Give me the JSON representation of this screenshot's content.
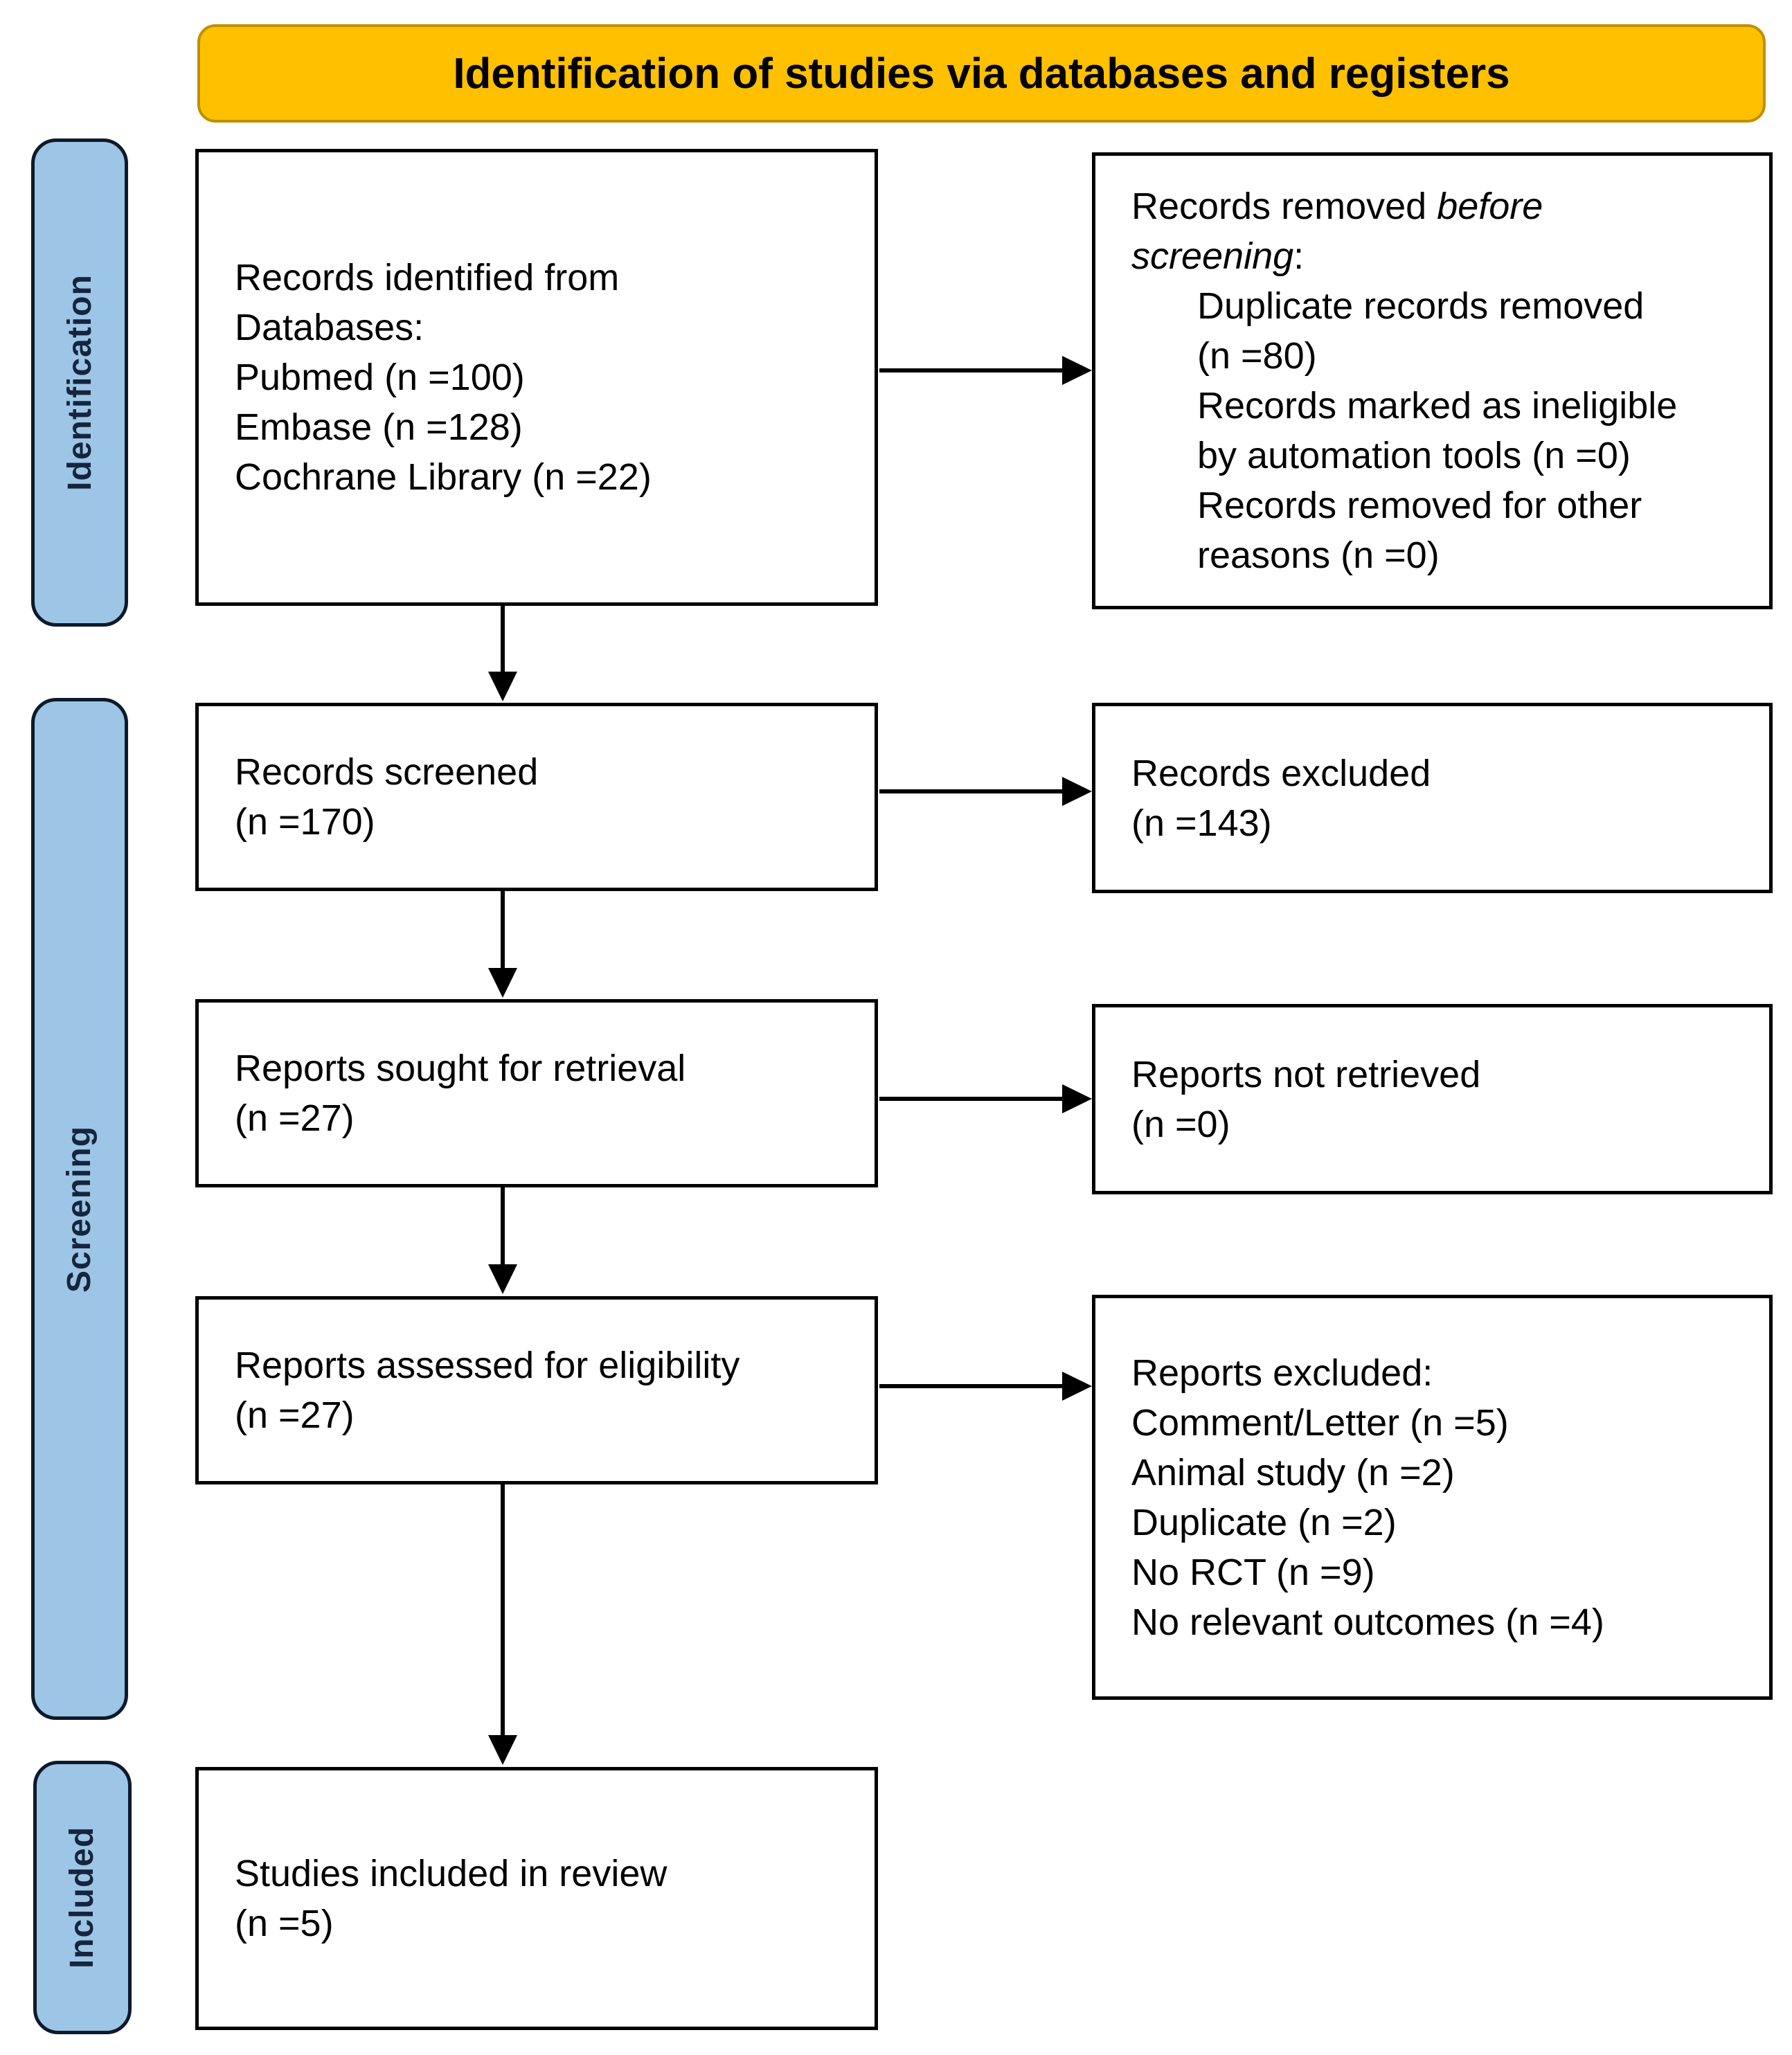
{
  "banner": {
    "title": "Identification of studies via databases and registers"
  },
  "stages": {
    "identification": "Identification",
    "screening": "Screening",
    "included": "Included"
  },
  "boxes": {
    "records_identified": {
      "lines": [
        "Records identified from",
        "Databases:",
        "Pubmed (n =100)",
        "Embase (n =128)",
        "Cochrane Library (n =22)"
      ]
    },
    "records_removed": {
      "line1_regular": "Records removed ",
      "line1_italic": "before",
      "line2_italic": "screening",
      "line2_regular": ":",
      "indented_lines": [
        "Duplicate records removed",
        "(n =80)",
        "Records marked as ineligible",
        "by automation tools (n =0)",
        "Records removed for other",
        "reasons (n =0)"
      ]
    },
    "records_screened": {
      "lines": [
        "Records screened",
        "(n =170)"
      ]
    },
    "records_excluded": {
      "lines": [
        "Records excluded",
        "(n =143)"
      ]
    },
    "reports_sought": {
      "lines": [
        "Reports sought for retrieval",
        "(n =27)"
      ]
    },
    "reports_not_retrieved": {
      "lines": [
        "Reports not retrieved",
        "(n =0)"
      ]
    },
    "reports_assessed": {
      "lines": [
        "Reports assessed for eligibility",
        "(n =27)"
      ]
    },
    "reports_excluded": {
      "lines": [
        "Reports excluded:",
        "Comment/Letter (n =5)",
        "Animal study (n =2)",
        "Duplicate (n =2)",
        "No RCT (n =9)",
        "No relevant outcomes (n =4)"
      ]
    },
    "studies_included": {
      "lines": [
        "Studies included in review",
        "(n =5)"
      ]
    }
  },
  "colors": {
    "banner_fill": "#FFC000",
    "banner_border": "#BF9000",
    "stage_fill": "#9DC5E6",
    "stage_text": "#16243d",
    "box_border": "#000000",
    "arrow": "#000000",
    "text": "#000000"
  }
}
